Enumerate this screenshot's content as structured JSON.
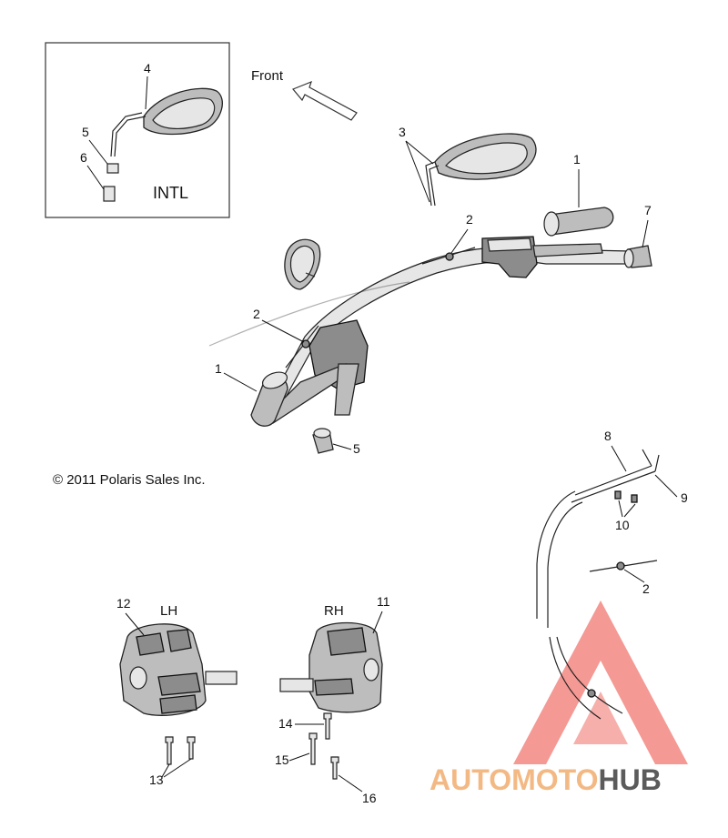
{
  "inset": {
    "label": "INTL"
  },
  "orientation": {
    "label": "Front"
  },
  "copyright": "© 2011 Polaris Sales Inc.",
  "side_labels": {
    "left": "LH",
    "right": "RH"
  },
  "callouts": {
    "c1a": "1",
    "c1b": "1",
    "c2a": "2",
    "c2b": "2",
    "c2c": "2",
    "c3": "3",
    "c4": "4",
    "c5a": "5",
    "c5b": "5",
    "c6": "6",
    "c7": "7",
    "c8": "8",
    "c9": "9",
    "c10": "10",
    "c11": "11",
    "c12": "12",
    "c13": "13",
    "c14": "14",
    "c15": "15",
    "c16": "16"
  },
  "watermark": {
    "word_part_1": "AUTOMOTO",
    "word_part_2": "HUB",
    "colors": {
      "triangle": "#e95a52",
      "accent": "#f2b277",
      "dark": "#4a4a4a"
    }
  }
}
